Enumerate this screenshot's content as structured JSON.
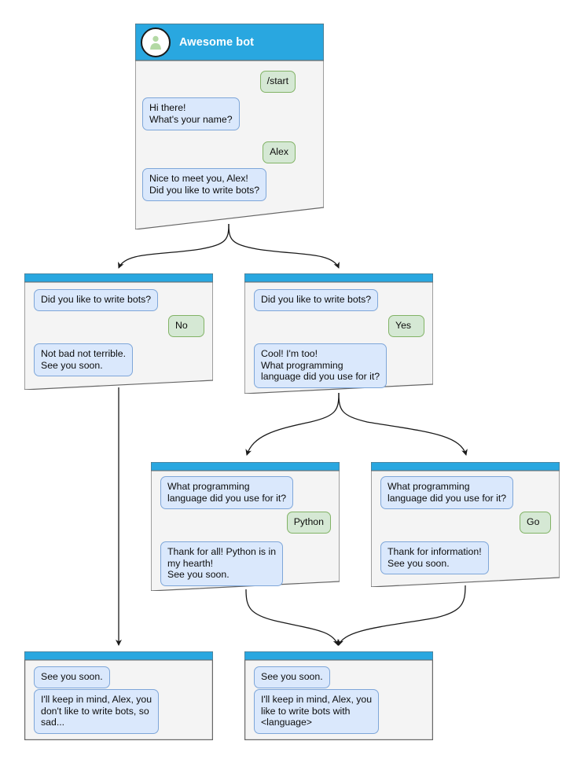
{
  "diagram": {
    "title": "Telegram bot conversation flow",
    "colors": {
      "header_blue": "#29a7e0",
      "node_fill": "#f4f4f4",
      "node_border": "#666666",
      "bot_bubble_fill": "#dae8fc",
      "bot_bubble_border": "#7ea6d9",
      "user_bubble_fill": "#d5e8d4",
      "user_bubble_border": "#82b366",
      "edge_stroke": "#1a1a1a",
      "avatar_fill": "#b3d9a4"
    }
  },
  "nodes": [
    {
      "id": "start",
      "header_title": "Awesome bot",
      "avatar_icon": "person-avatar-icon",
      "messages": [
        {
          "side": "user",
          "text": "/start"
        },
        {
          "side": "bot",
          "text": "Hi there!\nWhat's your name?"
        },
        {
          "side": "user",
          "text": "Alex"
        },
        {
          "side": "bot",
          "text": "Nice to meet you, Alex!\nDid you like to write bots?"
        }
      ]
    },
    {
      "id": "answer-no",
      "header_title": "",
      "messages": [
        {
          "side": "bot",
          "text": "Did you like to write bots?"
        },
        {
          "side": "user",
          "text": "No"
        },
        {
          "side": "bot",
          "text": "Not bad not terrible.\nSee you soon."
        }
      ]
    },
    {
      "id": "answer-yes",
      "header_title": "",
      "messages": [
        {
          "side": "bot",
          "text": "Did you like to write bots?"
        },
        {
          "side": "user",
          "text": "Yes"
        },
        {
          "side": "bot",
          "text": "Cool! I'm too!\nWhat programming\nlanguage did you use for it?"
        }
      ]
    },
    {
      "id": "lang-python",
      "header_title": "",
      "messages": [
        {
          "side": "bot",
          "text": "What programming\nlanguage did you use for it?"
        },
        {
          "side": "user",
          "text": "Python"
        },
        {
          "side": "bot",
          "text": "Thank for all! Python is in\nmy hearth!\nSee you soon."
        }
      ]
    },
    {
      "id": "lang-go",
      "header_title": "",
      "messages": [
        {
          "side": "bot",
          "text": "What programming\nlanguage did you use for it?"
        },
        {
          "side": "user",
          "text": "Go"
        },
        {
          "side": "bot",
          "text": "Thank for information!\nSee you soon."
        }
      ]
    },
    {
      "id": "end-sad",
      "header_title": "",
      "messages": [
        {
          "side": "bot",
          "text": "See you soon."
        },
        {
          "side": "bot",
          "text": "I'll keep in mind, Alex, you\ndon't like to write bots, so\nsad..."
        }
      ]
    },
    {
      "id": "end-happy",
      "header_title": "",
      "messages": [
        {
          "side": "bot",
          "text": "See you soon."
        },
        {
          "side": "bot",
          "text": "I'll keep in mind, Alex, you\nlike to write bots with\n<language>"
        }
      ]
    }
  ]
}
